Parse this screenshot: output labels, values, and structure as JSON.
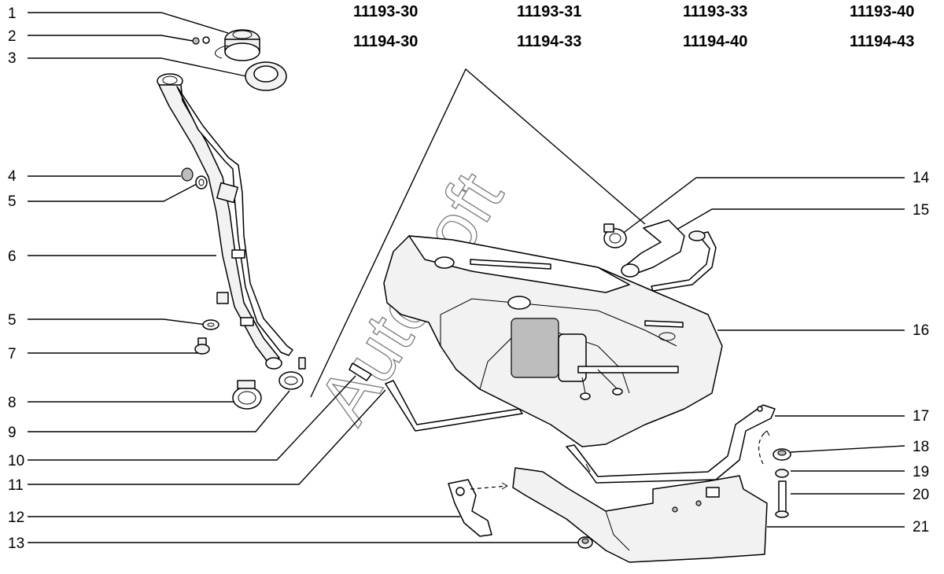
{
  "model_codes": {
    "row1": [
      "11193-30",
      "11193-31",
      "11193-33",
      "11193-40"
    ],
    "row2": [
      "11194-30",
      "11194-33",
      "11194-40",
      "11194-43"
    ]
  },
  "watermark": "AutoSoft",
  "callouts_left": [
    "1",
    "2",
    "3",
    "4",
    "5",
    "6",
    "5",
    "7",
    "8",
    "9",
    "10",
    "11",
    "12",
    "13"
  ],
  "callouts_right": [
    "14",
    "15",
    "16",
    "17",
    "18",
    "19",
    "20",
    "21"
  ]
}
